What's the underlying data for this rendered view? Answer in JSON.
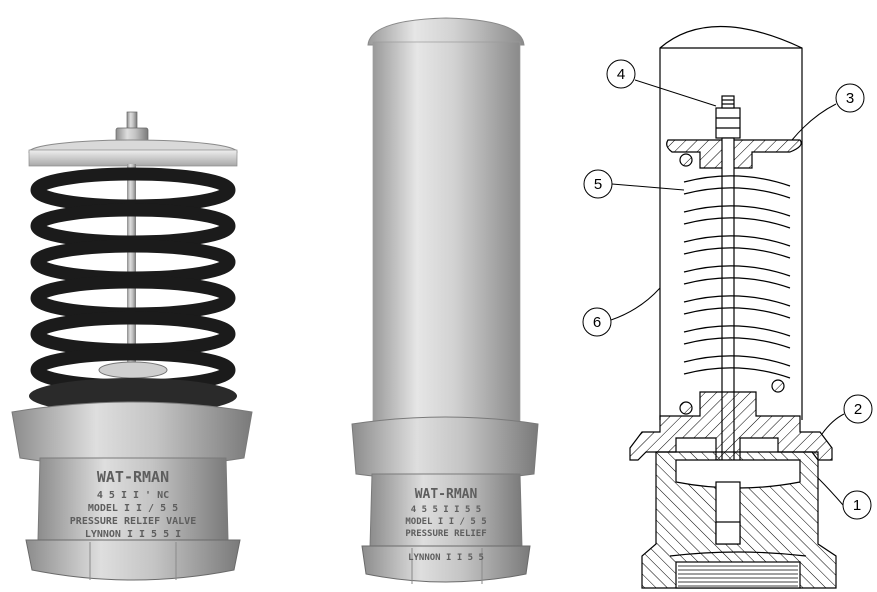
{
  "photo_left": {
    "marking_lines": [
      "WAT-RMAN",
      "4 5 I I ' NC",
      "MODEL I I / 5 5",
      "PRESSURE RELIEF VALVE",
      "LYNNON I I 5 5 I"
    ]
  },
  "photo_middle": {
    "marking_lines": [
      "WAT-RMAN",
      "4 5 5 I I 5 5",
      "MODEL I I / 5 5",
      "PRESSURE RELIEF",
      "LYNNON I I 5 5"
    ]
  },
  "diagram": {
    "callouts": [
      {
        "id": "callout-4",
        "label": "4"
      },
      {
        "id": "callout-3",
        "label": "3"
      },
      {
        "id": "callout-5",
        "label": "5"
      },
      {
        "id": "callout-6",
        "label": "6"
      },
      {
        "id": "callout-2",
        "label": "2"
      },
      {
        "id": "callout-1",
        "label": "1"
      }
    ]
  },
  "colors": {
    "spring": "#1b1b1b",
    "cast_metal": "#b9b9b9",
    "housing": "#d0d0d0",
    "line": "#000000"
  }
}
